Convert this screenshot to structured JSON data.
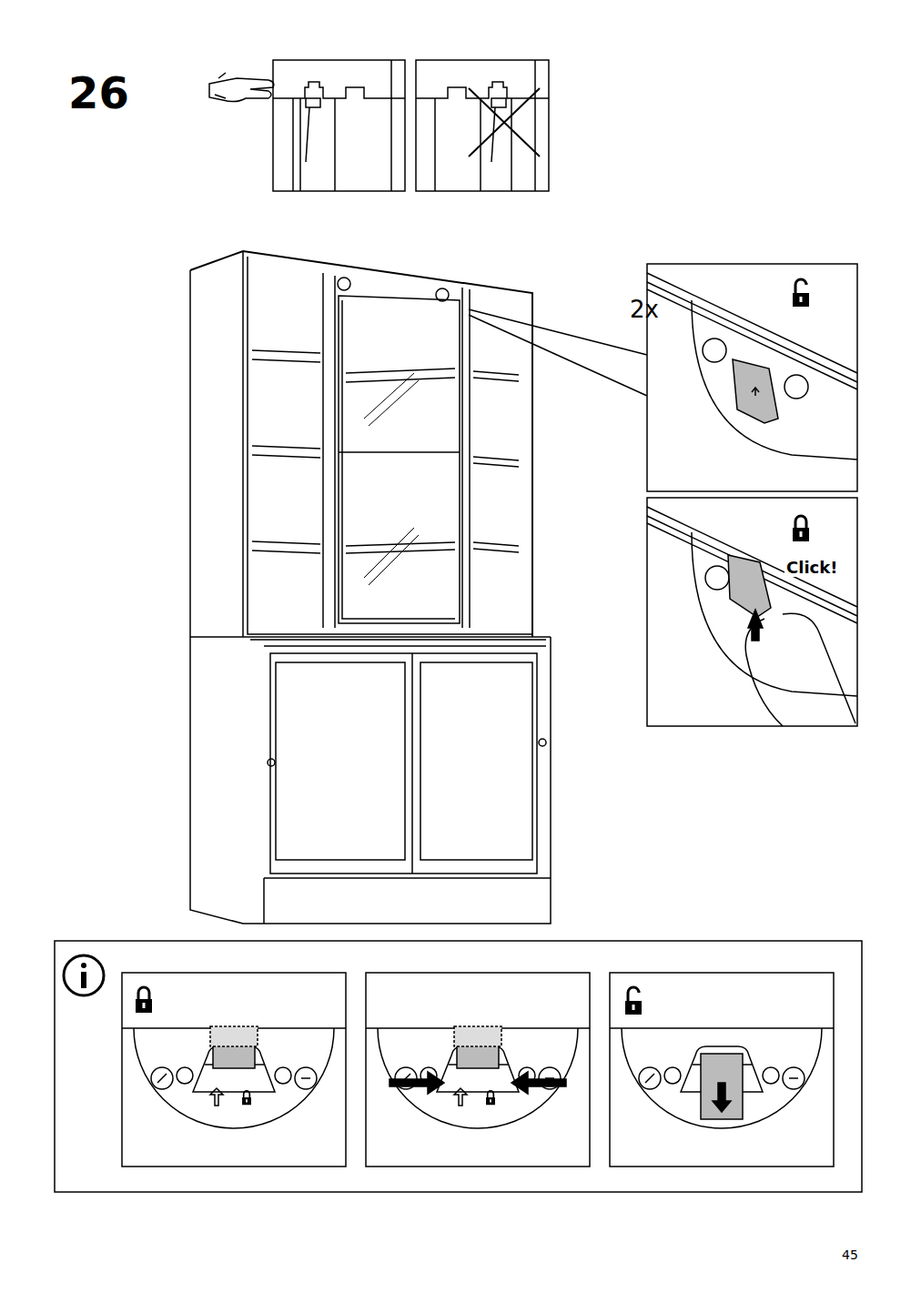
{
  "diagram": {
    "labels": [
      "26",
      "2x",
      "Click!",
      "45"
    ]
  }
}
